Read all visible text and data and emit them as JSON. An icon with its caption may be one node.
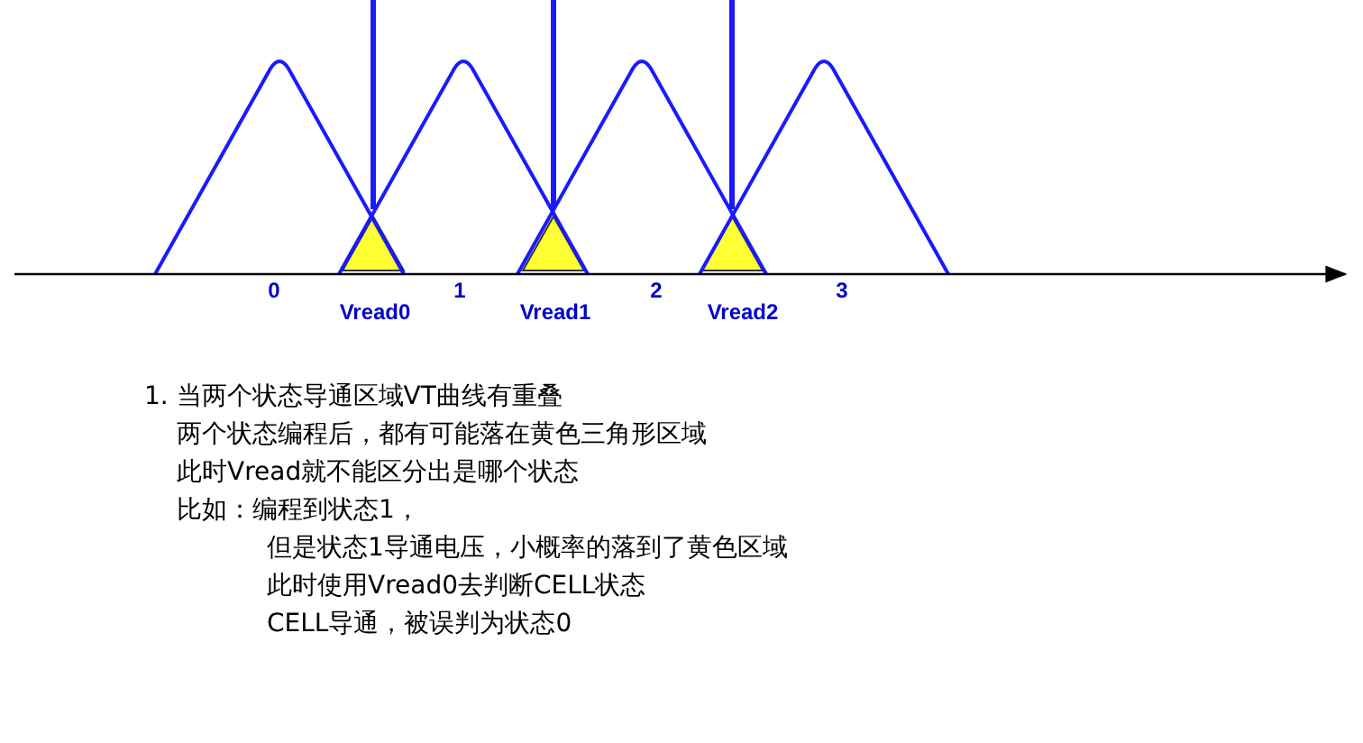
{
  "diagram": {
    "labels": [
      "0",
      "Vread0",
      "1",
      "Vread1",
      "2",
      "Vread2",
      "3",
      "1. 当两个状态导通区域VT曲线有重叠",
      "两个状态编程后，都有可能落在黄色三角形区域",
      "此时Vread就不能区分出是哪个状态",
      "比如：编程到状态1，",
      "但是状态1导通电压，小概率的落到了黄色区域",
      "此时使用Vread0去判断CELL状态",
      "CELL导通，被误判为状态0"
    ]
  }
}
